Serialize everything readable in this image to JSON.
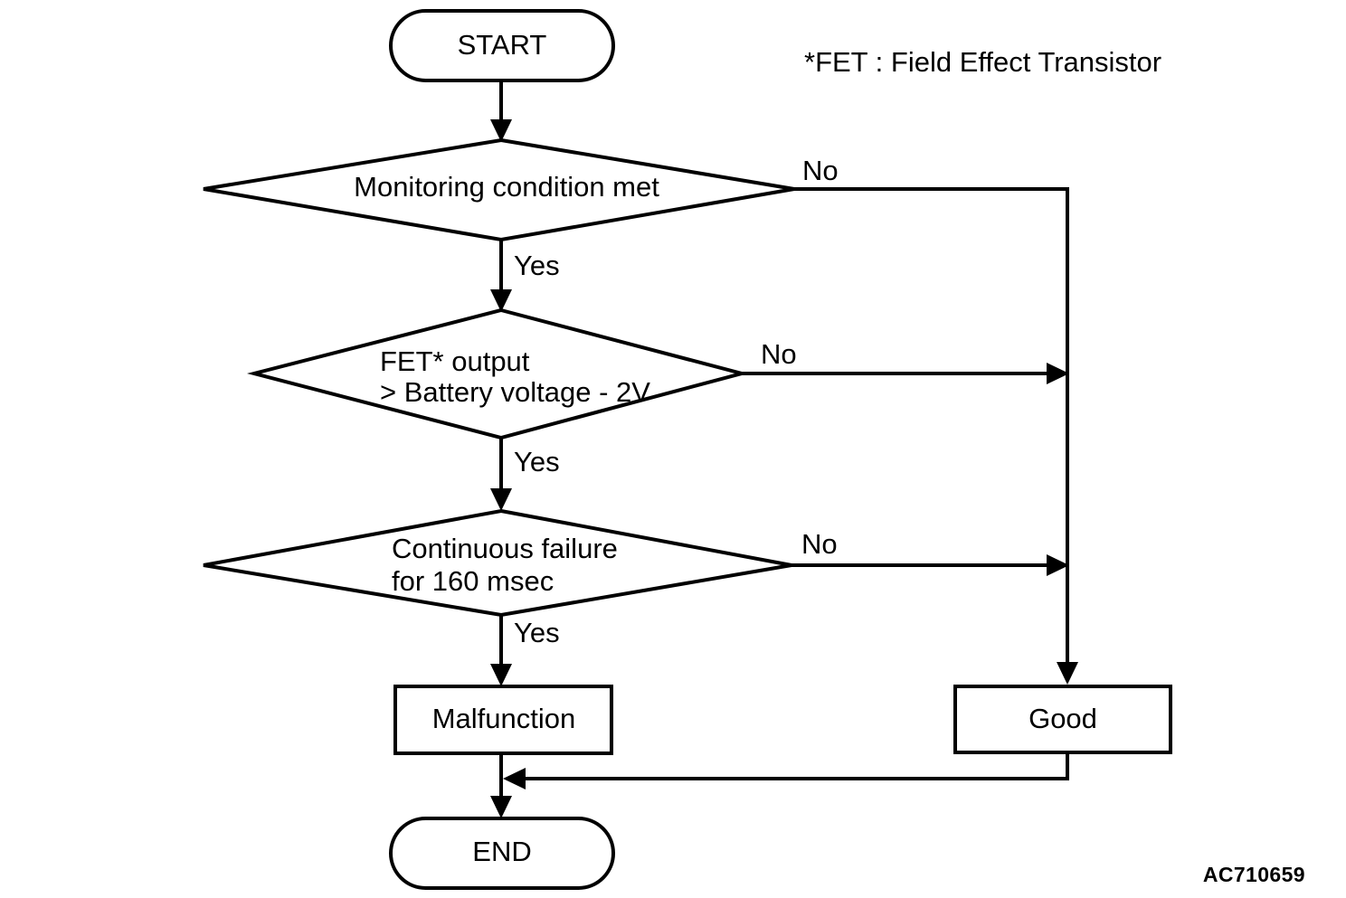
{
  "diagram": {
    "type": "flowchart",
    "title": "FET output monitoring diagnostic logic",
    "background_color": "#ffffff",
    "line_color": "#000000",
    "text_color": "#000000",
    "note": "*FET : Field Effect Transistor",
    "figure_code": "AC710659",
    "nodes": {
      "start": {
        "label": "START",
        "shape": "stadium"
      },
      "decision_1": {
        "label": "Monitoring condition met",
        "shape": "diamond"
      },
      "decision_2": {
        "line1": "FET* output",
        "line2": "> Battery voltage - 2V",
        "shape": "diamond"
      },
      "decision_3": {
        "line1": "Continuous failure",
        "line2": "for 160 msec",
        "shape": "diamond"
      },
      "malfunction": {
        "label": "Malfunction",
        "shape": "rectangle"
      },
      "good": {
        "label": "Good",
        "shape": "rectangle"
      },
      "end": {
        "label": "END",
        "shape": "stadium"
      }
    },
    "branch_labels": {
      "d1_no": "No",
      "d1_yes": "Yes",
      "d2_no": "No",
      "d2_yes": "Yes",
      "d3_no": "No",
      "d3_yes": "Yes"
    }
  }
}
